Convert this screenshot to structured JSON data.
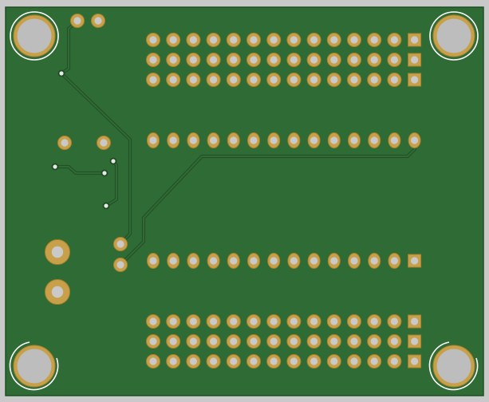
{
  "board": {
    "name": "pcb-board-render",
    "colors": {
      "background": "#c8c9c8",
      "soldermask": "#2f6b34",
      "board_edge": "#1f4f24",
      "trace": "#275a2b",
      "trace_outline": "#1d4a21",
      "copper": "#c8a04a",
      "copper_dark": "#a8822e",
      "drill": "#c9c9c9",
      "mounting_hole": "#bdbdbd",
      "silkscreen": "#ffffff",
      "via_ring": "#e8e8e8"
    },
    "mounting_holes": [
      "top-left",
      "top-right",
      "bottom-left",
      "bottom-right"
    ],
    "headers": [
      {
        "id": "header-top-1",
        "pins": 14,
        "first_pad": "square-right"
      },
      {
        "id": "header-top-2",
        "pins": 14,
        "first_pad": "square-right"
      },
      {
        "id": "header-top-3",
        "pins": 14,
        "first_pad": "square-right"
      },
      {
        "id": "header-mid-upper",
        "pins": 14,
        "first_pad": "round"
      },
      {
        "id": "header-mid-lower",
        "pins": 14,
        "first_pad": "square-right"
      },
      {
        "id": "header-bottom-1",
        "pins": 14,
        "first_pad": "square-right"
      },
      {
        "id": "header-bottom-2",
        "pins": 14,
        "first_pad": "square-right"
      },
      {
        "id": "header-bottom-3",
        "pins": 14,
        "first_pad": "square-right"
      }
    ]
  }
}
